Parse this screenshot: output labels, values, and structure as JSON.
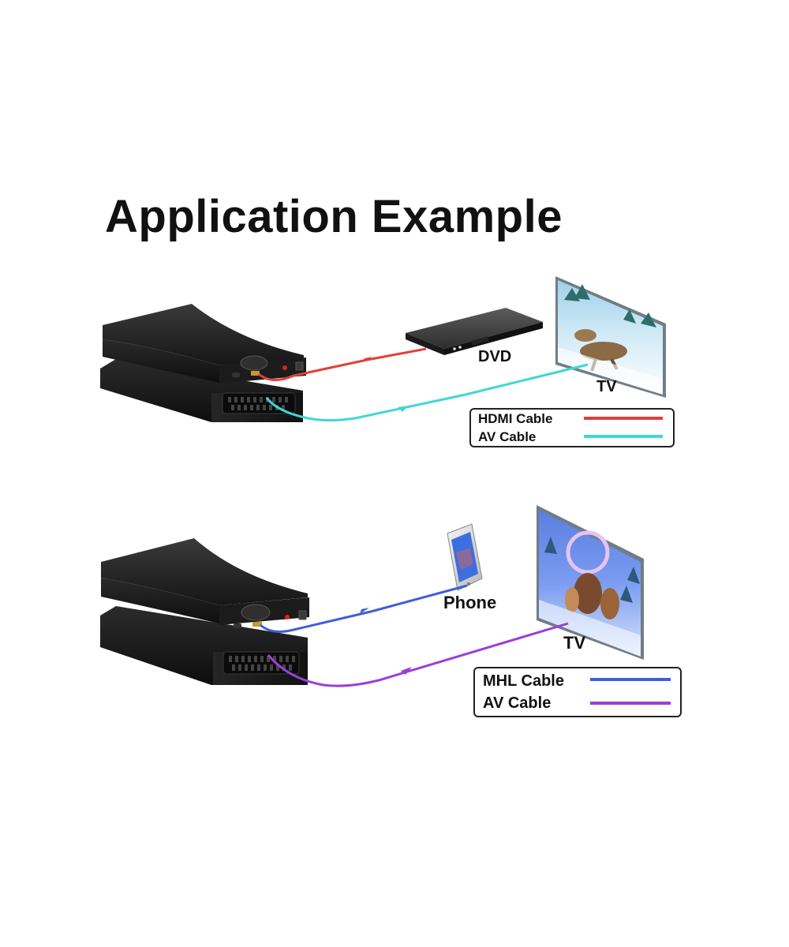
{
  "title": "Application Example",
  "colors": {
    "hdmi": "#e0403c",
    "av_top": "#42d6d3",
    "mhl": "#3f5fd6",
    "av_bottom": "#9a3fd8",
    "device_body": "#1c1c1c"
  },
  "diagram_top": {
    "source_label": "DVD",
    "display_label": "TV",
    "legend": [
      {
        "label": "HDMI Cable",
        "color": "#e0403c"
      },
      {
        "label": "AV Cable",
        "color": "#42d6d3"
      }
    ]
  },
  "diagram_bottom": {
    "source_label": "Phone",
    "display_label": "TV",
    "legend": [
      {
        "label": "MHL Cable",
        "color": "#3f5fd6"
      },
      {
        "label": "AV Cable",
        "color": "#9a3fd8"
      }
    ]
  }
}
